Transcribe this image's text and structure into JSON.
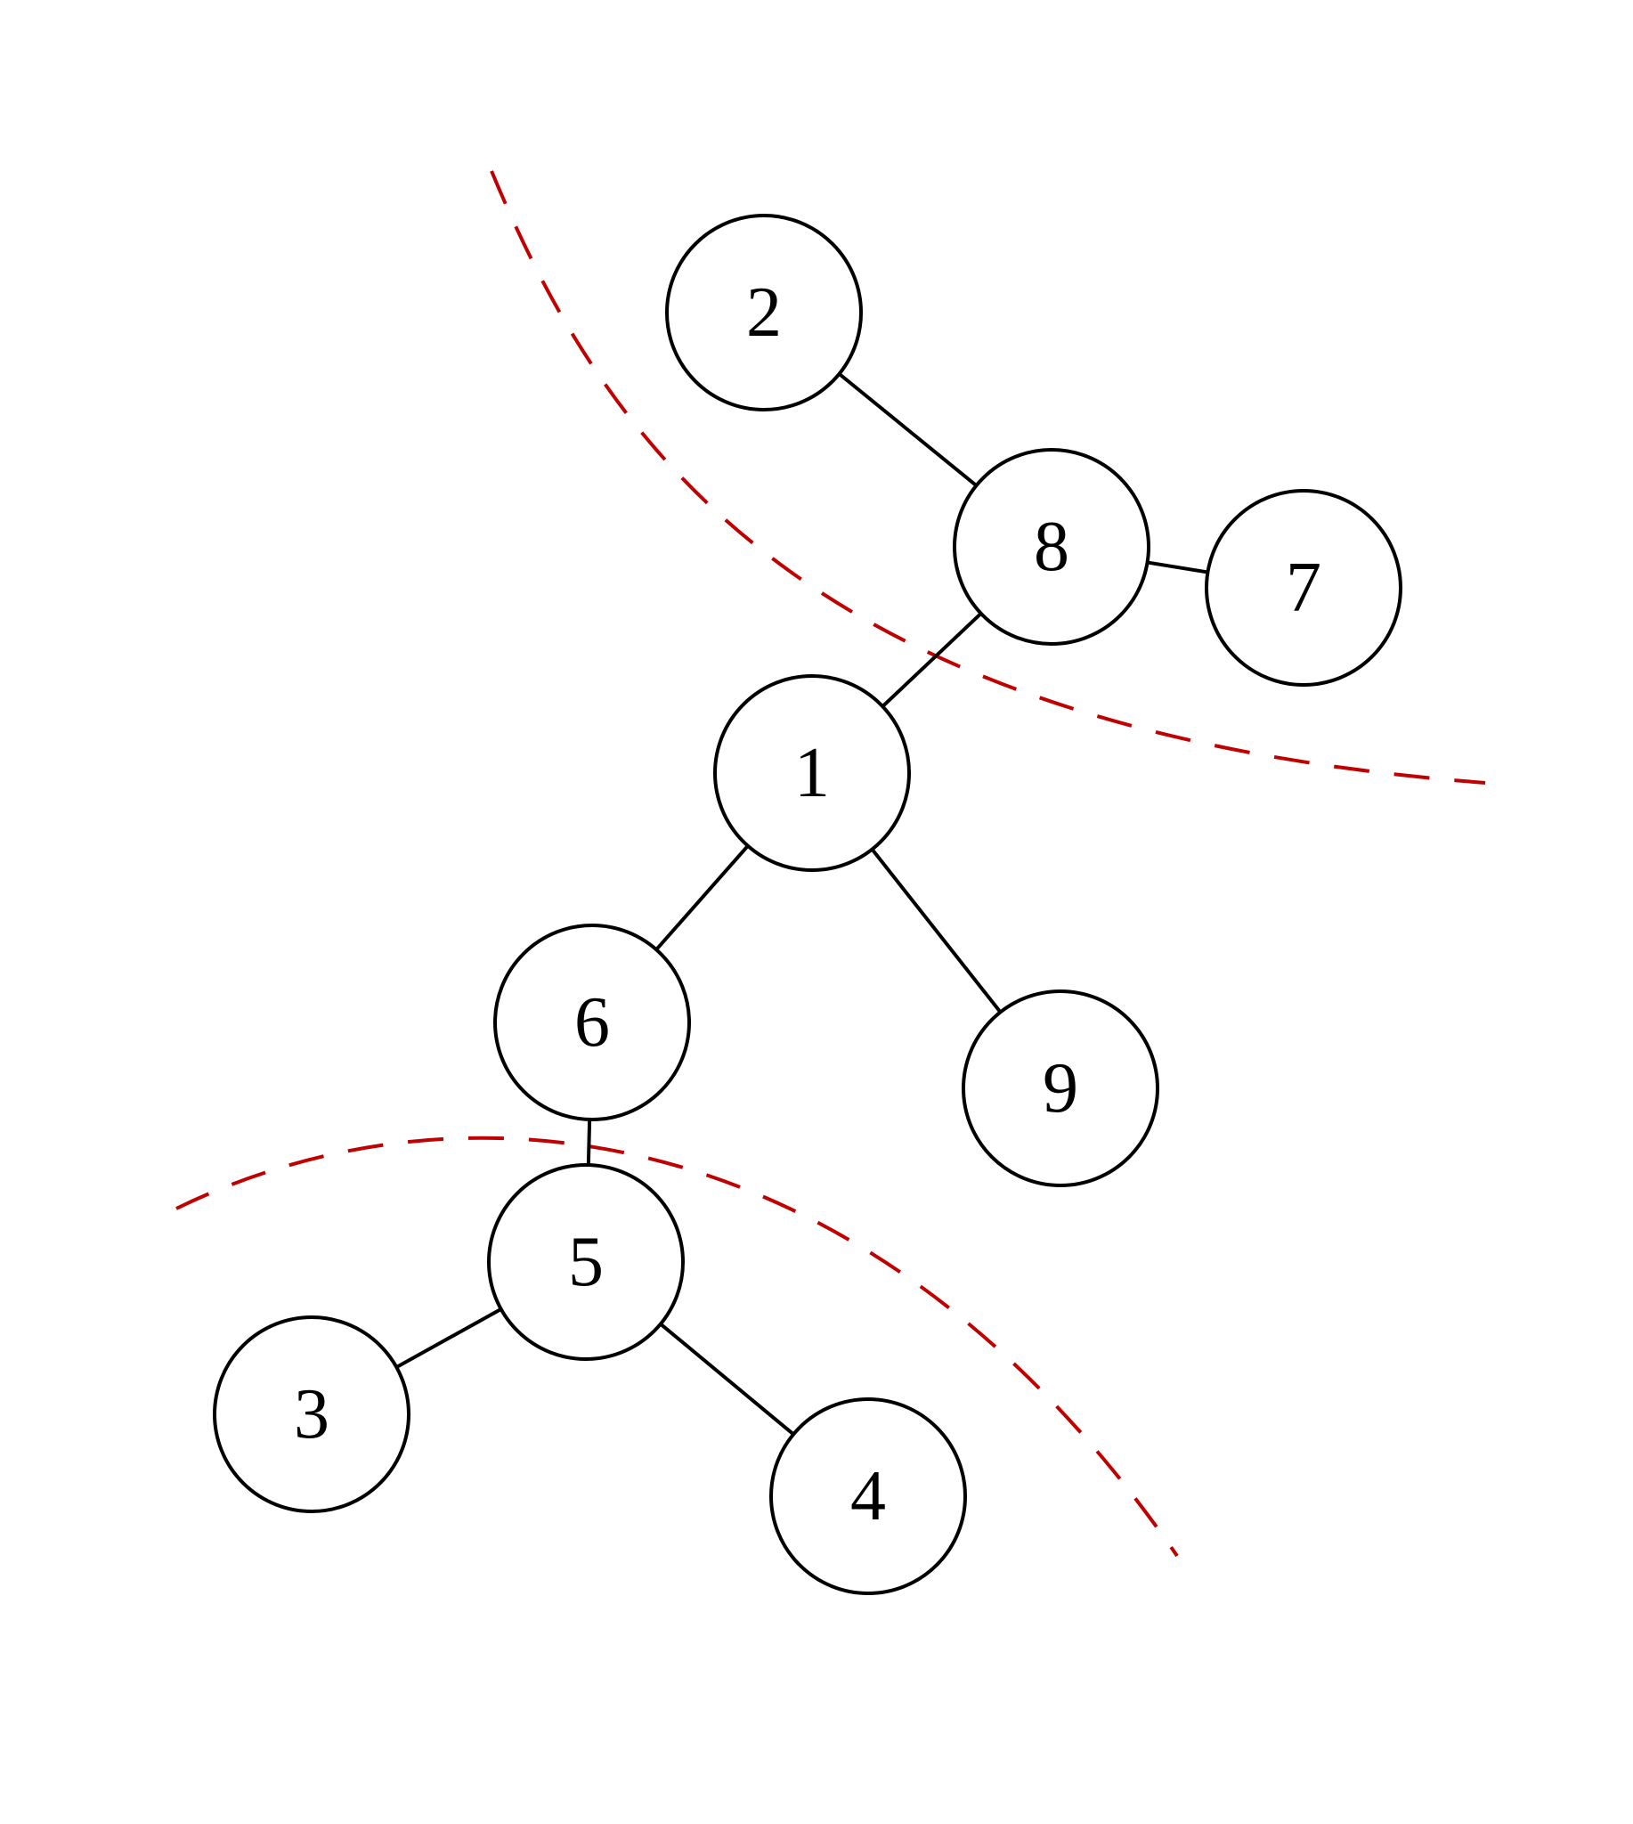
{
  "diagram": {
    "type": "tree",
    "nodes": [
      "2",
      "8",
      "7",
      "1",
      "6",
      "9",
      "5",
      "3",
      "4"
    ],
    "edges": [
      [
        "2",
        "8"
      ],
      [
        "8",
        "7"
      ],
      [
        "8",
        "1"
      ],
      [
        "1",
        "6"
      ],
      [
        "1",
        "9"
      ],
      [
        "6",
        "5"
      ],
      [
        "5",
        "3"
      ],
      [
        "5",
        "4"
      ]
    ],
    "cut_lines": [
      "upper-cut",
      "lower-cut"
    ],
    "colors": {
      "node_stroke": "#000000",
      "edge": "#000000",
      "cut_line": "#c00000"
    }
  }
}
